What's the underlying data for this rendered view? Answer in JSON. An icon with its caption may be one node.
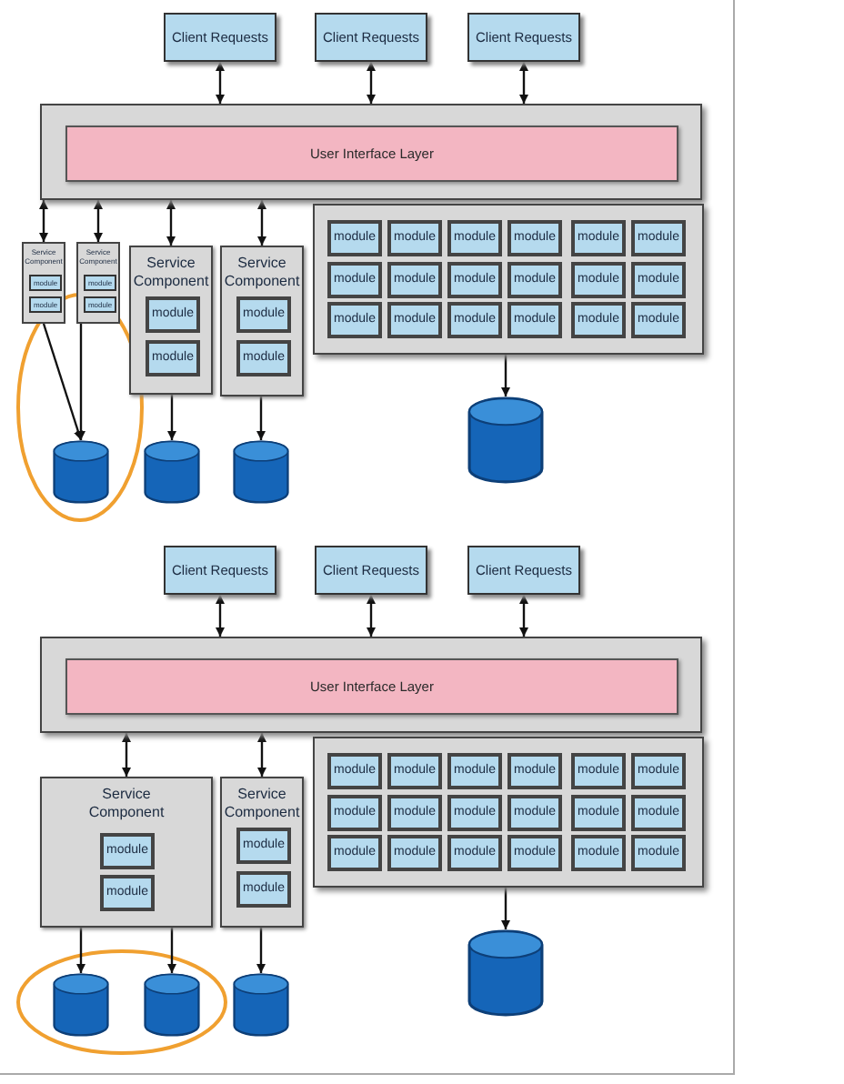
{
  "diagram": {
    "nodes": [
      {
        "text": [
          "Client Requests"
        ]
      },
      {
        "text": [
          "Client Requests"
        ]
      },
      {
        "text": [
          "Client Requests"
        ]
      },
      {
        "text": [],
        "shape": "box"
      },
      {
        "text": [
          "User Interface Layer"
        ],
        "in": 3
      },
      {
        "text": [
          "Service Component"
        ]
      },
      {
        "text": [
          "module"
        ],
        "in": 5
      },
      {
        "text": [
          "module"
        ],
        "in": 5
      },
      {
        "text": [
          "Service Component"
        ]
      },
      {
        "text": [
          "module"
        ],
        "in": 8
      },
      {
        "text": [
          "module"
        ],
        "in": 8
      },
      {
        "text": [
          "Service Component"
        ]
      },
      {
        "text": [
          "module"
        ],
        "in": 11
      },
      {
        "text": [
          "module"
        ],
        "in": 11
      },
      {
        "text": [
          "Service Component"
        ]
      },
      {
        "text": [
          "module"
        ],
        "in": 14
      },
      {
        "text": [
          "module"
        ],
        "in": 14
      },
      {
        "text": [],
        "shape": "box"
      },
      {
        "text": [
          "module"
        ],
        "in": 17
      },
      {
        "text": [
          "module"
        ],
        "in": 17
      },
      {
        "text": [
          "module"
        ],
        "in": 17
      },
      {
        "text": [
          "module"
        ],
        "in": 17
      },
      {
        "text": [
          "module"
        ],
        "in": 17
      },
      {
        "text": [
          "module"
        ],
        "in": 17
      },
      {
        "text": [
          "module"
        ],
        "in": 17
      },
      {
        "text": [
          "module"
        ],
        "in": 17
      },
      {
        "text": [
          "module"
        ],
        "in": 17
      },
      {
        "text": [
          "module"
        ],
        "in": 17
      },
      {
        "text": [
          "module"
        ],
        "in": 17
      },
      {
        "text": [
          "module"
        ],
        "in": 17
      },
      {
        "text": [
          "module"
        ],
        "in": 17
      },
      {
        "text": [
          "module"
        ],
        "in": 17
      },
      {
        "text": [
          "module"
        ],
        "in": 17
      },
      {
        "text": [
          "module"
        ],
        "in": 17
      },
      {
        "text": [
          "module"
        ],
        "in": 17
      },
      {
        "text": [
          "module"
        ],
        "in": 17
      },
      {
        "text": [],
        "shape": "cylinder"
      },
      {
        "text": [],
        "shape": "cylinder"
      },
      {
        "text": [],
        "shape": "cylinder"
      },
      {
        "text": [],
        "shape": "cylinder"
      },
      {
        "text": [
          "Client Requests"
        ]
      },
      {
        "text": [
          "Client Requests"
        ]
      },
      {
        "text": [
          "Client Requests"
        ]
      },
      {
        "text": [],
        "shape": "box"
      },
      {
        "text": [
          "User Interface Layer"
        ],
        "in": 43
      },
      {
        "text": [
          "Service Component"
        ]
      },
      {
        "text": [
          "module"
        ],
        "in": 45
      },
      {
        "text": [
          "module"
        ],
        "in": 45
      },
      {
        "text": [
          "Service Component"
        ]
      },
      {
        "text": [
          "module"
        ],
        "in": 48
      },
      {
        "text": [
          "module"
        ],
        "in": 48
      },
      {
        "text": [],
        "shape": "box"
      },
      {
        "text": [
          "module"
        ],
        "in": 51
      },
      {
        "text": [
          "module"
        ],
        "in": 51
      },
      {
        "text": [
          "module"
        ],
        "in": 51
      },
      {
        "text": [
          "module"
        ],
        "in": 51
      },
      {
        "text": [
          "module"
        ],
        "in": 51
      },
      {
        "text": [
          "module"
        ],
        "in": 51
      },
      {
        "text": [
          "module"
        ],
        "in": 51
      },
      {
        "text": [
          "module"
        ],
        "in": 51
      },
      {
        "text": [
          "module"
        ],
        "in": 51
      },
      {
        "text": [
          "module"
        ],
        "in": 51
      },
      {
        "text": [
          "module"
        ],
        "in": 51
      },
      {
        "text": [
          "module"
        ],
        "in": 51
      },
      {
        "text": [
          "module"
        ],
        "in": 51
      },
      {
        "text": [
          "module"
        ],
        "in": 51
      },
      {
        "text": [
          "module"
        ],
        "in": 51
      },
      {
        "text": [
          "module"
        ],
        "in": 51
      },
      {
        "text": [
          "module"
        ],
        "in": 51
      },
      {
        "text": [
          "module"
        ],
        "in": 51
      },
      {
        "text": [],
        "shape": "cylinder"
      },
      {
        "text": [],
        "shape": "cylinder"
      },
      {
        "text": [],
        "shape": "cylinder"
      },
      {
        "text": [],
        "shape": "cylinder"
      }
    ],
    "edges": [
      {
        "from": 0,
        "to": 3,
        "arrow": "both"
      },
      {
        "from": 1,
        "to": 3,
        "arrow": "both"
      },
      {
        "from": 2,
        "to": 3,
        "arrow": "both"
      },
      {
        "from": 3,
        "to": 5,
        "arrow": "both"
      },
      {
        "from": 3,
        "to": 8,
        "arrow": "both"
      },
      {
        "from": 3,
        "to": 11,
        "arrow": "both"
      },
      {
        "from": 3,
        "to": 14,
        "arrow": "both"
      },
      {
        "from": 5,
        "to": 36,
        "arrow": "to"
      },
      {
        "from": 8,
        "to": 36,
        "arrow": "to"
      },
      {
        "from": 11,
        "to": 37,
        "arrow": "to"
      },
      {
        "from": 14,
        "to": 38,
        "arrow": "to"
      },
      {
        "from": 17,
        "to": 39,
        "arrow": "to"
      },
      {
        "from": 40,
        "to": 43,
        "arrow": "both"
      },
      {
        "from": 41,
        "to": 43,
        "arrow": "both"
      },
      {
        "from": 42,
        "to": 43,
        "arrow": "both"
      },
      {
        "from": 43,
        "to": 45,
        "arrow": "both"
      },
      {
        "from": 43,
        "to": 48,
        "arrow": "both"
      },
      {
        "from": 45,
        "to": 70,
        "arrow": "to"
      },
      {
        "from": 45,
        "to": 71,
        "arrow": "to"
      },
      {
        "from": 48,
        "to": 72,
        "arrow": "to"
      },
      {
        "from": 51,
        "to": 73,
        "arrow": "to"
      }
    ]
  }
}
